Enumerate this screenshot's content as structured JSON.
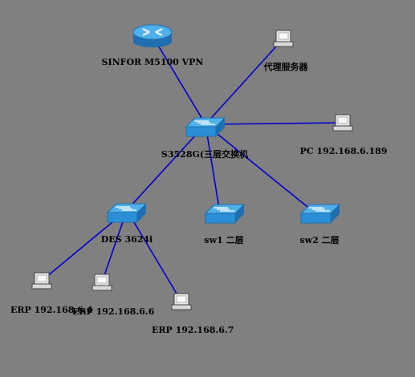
{
  "colors": {
    "background": "#808080",
    "link": "#0000cc",
    "device_blue": "#2a8fd6"
  },
  "nodes": {
    "router": {
      "label": "SINFOR M5100 VPN",
      "icon": "router-icon"
    },
    "proxy": {
      "label": "代理服务器",
      "icon": "pc-icon"
    },
    "core": {
      "label": "S3528G(三层交换机",
      "icon": "switch-icon"
    },
    "pc": {
      "label": "PC 192.168.6.189",
      "icon": "pc-icon"
    },
    "des": {
      "label": "DES 3624i",
      "icon": "switch-icon"
    },
    "sw1": {
      "label": "sw1 二层",
      "icon": "switch-icon"
    },
    "sw2": {
      "label": "sw2 二层",
      "icon": "switch-icon"
    },
    "erp4": {
      "label": "ERP 192.168.6.4",
      "icon": "pc-icon"
    },
    "erp6": {
      "label": "ERP 192.168.6.6",
      "icon": "pc-icon"
    },
    "erp7": {
      "label": "ERP 192.168.6.7",
      "icon": "pc-icon"
    }
  },
  "links": [
    [
      "core",
      "router"
    ],
    [
      "core",
      "proxy"
    ],
    [
      "core",
      "pc"
    ],
    [
      "core",
      "des"
    ],
    [
      "core",
      "sw1"
    ],
    [
      "core",
      "sw2"
    ],
    [
      "des",
      "erp4"
    ],
    [
      "des",
      "erp6"
    ],
    [
      "des",
      "erp7"
    ]
  ]
}
